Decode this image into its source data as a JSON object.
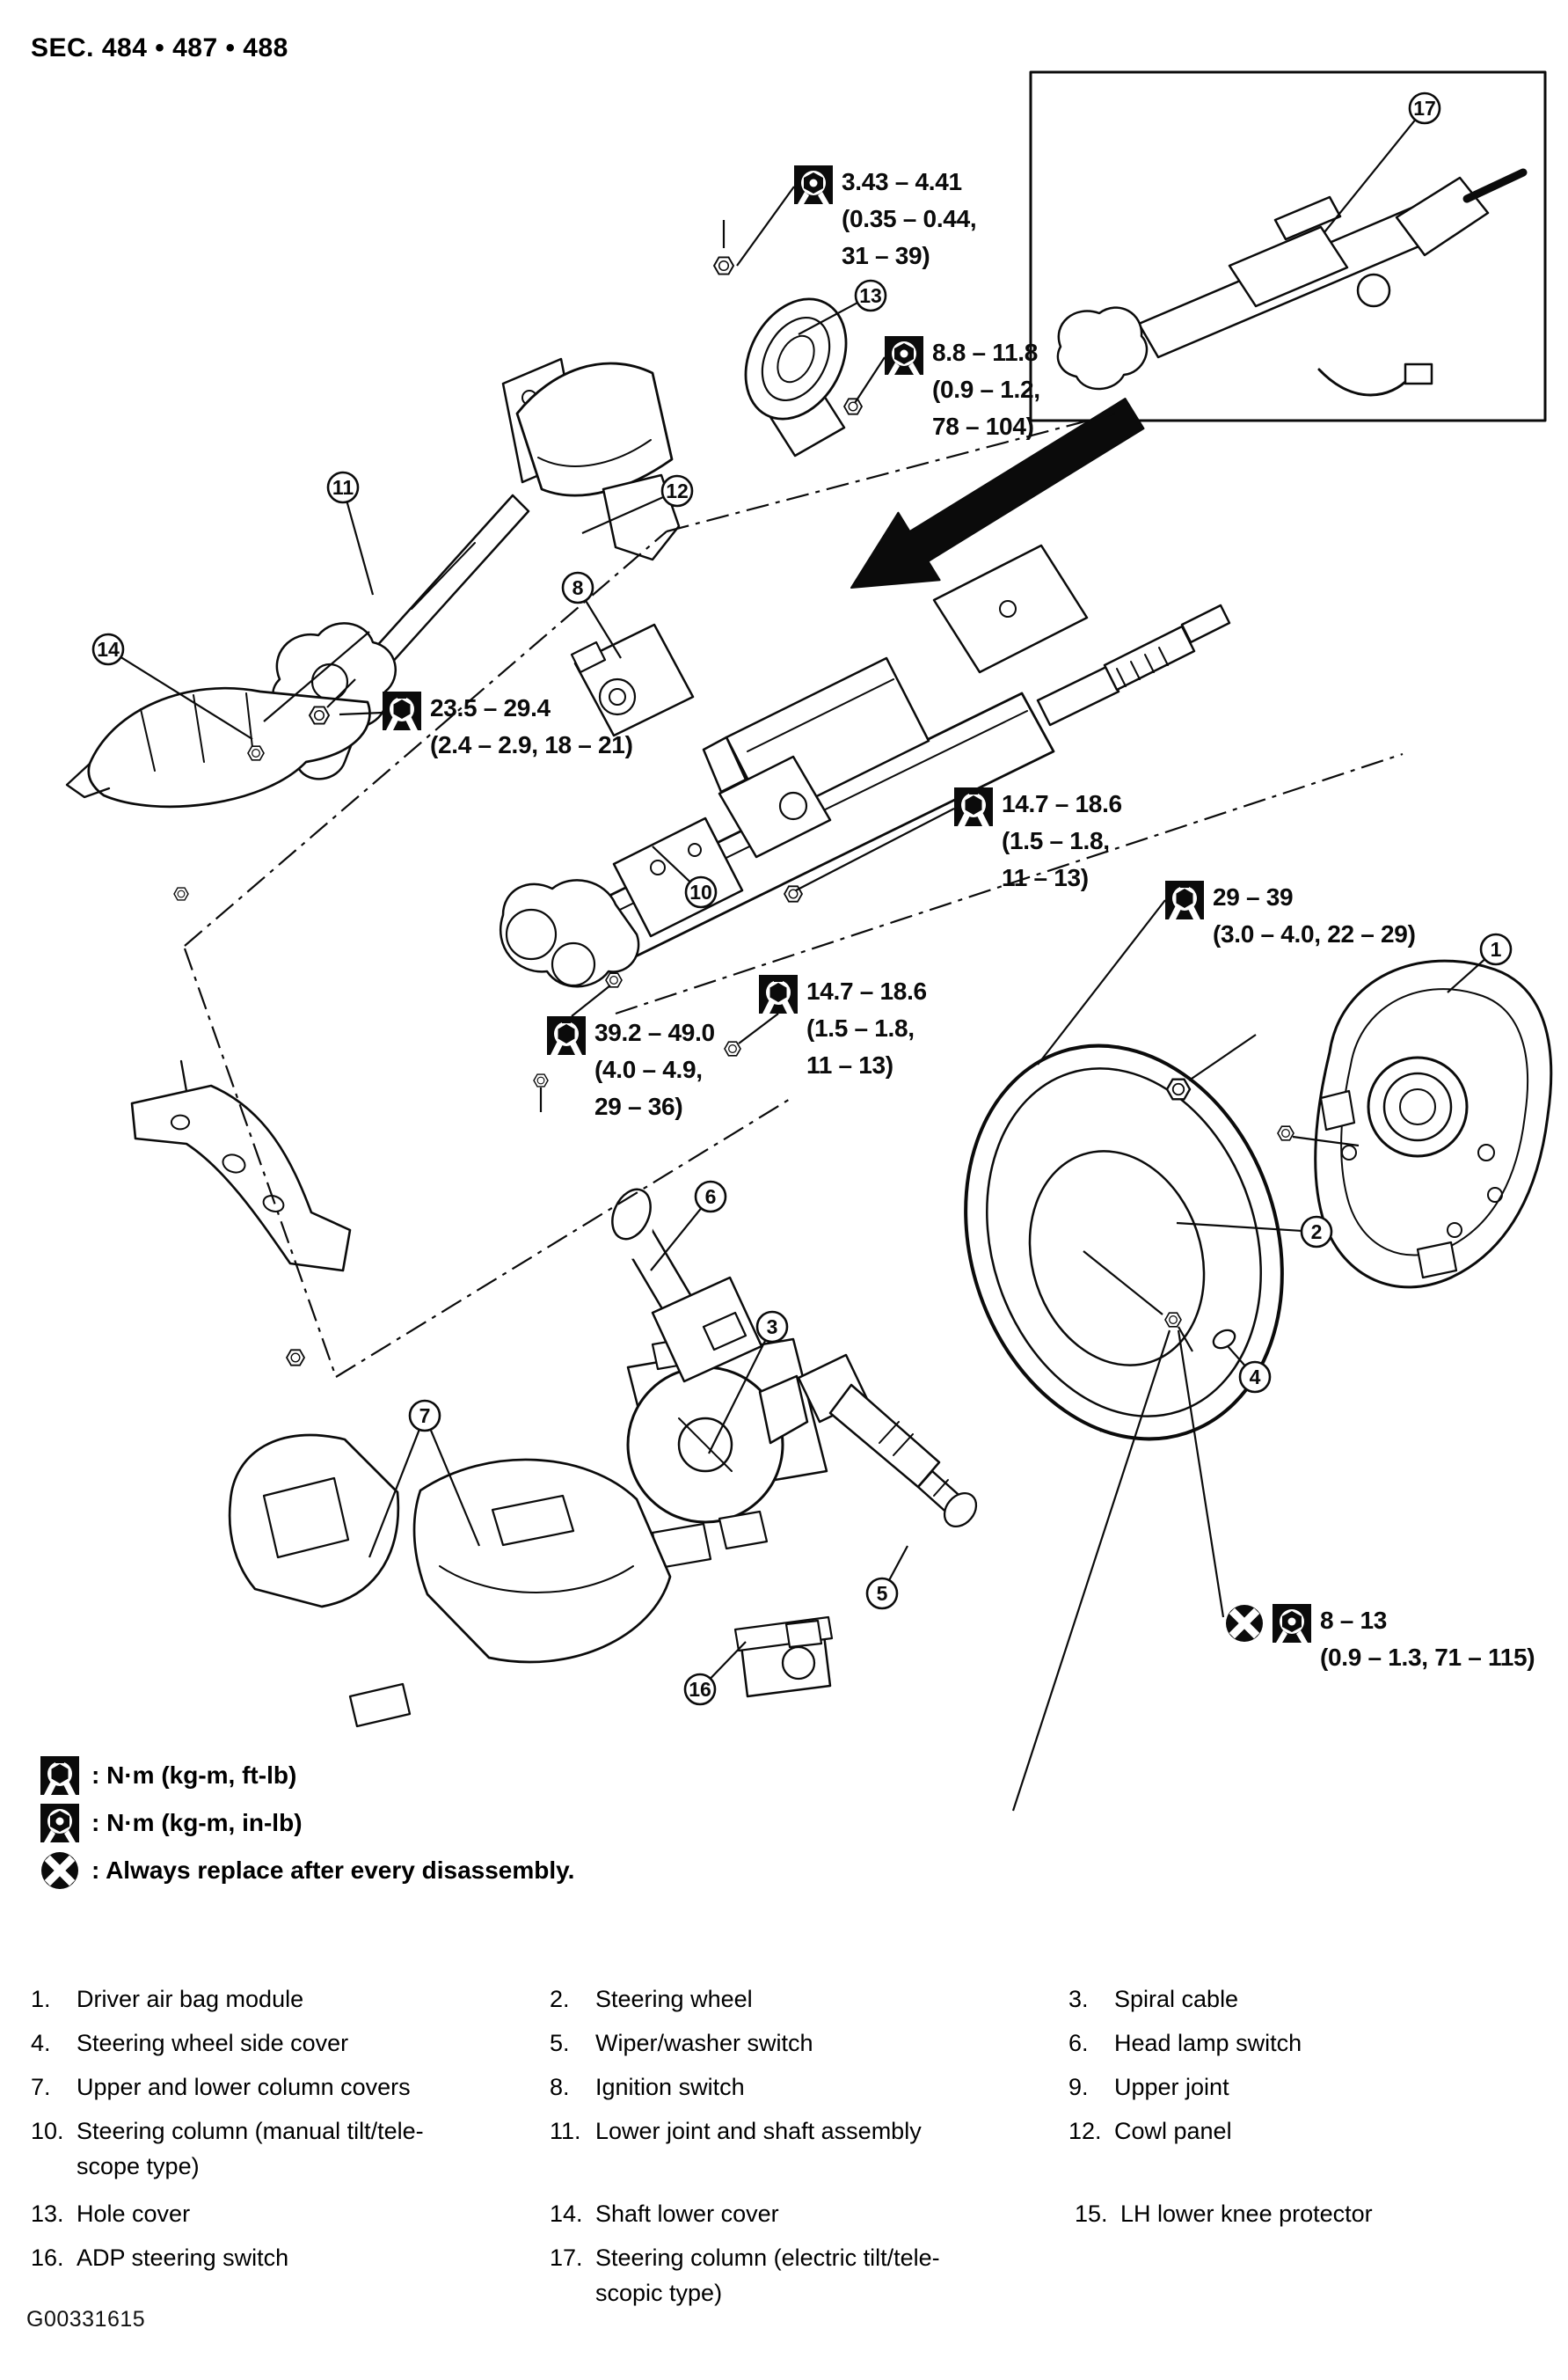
{
  "doc": {
    "section_title": "SEC. 484 • 487 • 488",
    "figure_id": "G00331615",
    "ink_color": "#0b0b0b",
    "paper_color": "#ffffff"
  },
  "legend": [
    {
      "icon": "torque-ftlb-icon",
      "label": ": N·m (kg-m, ft-lb)"
    },
    {
      "icon": "torque-inlb-icon",
      "label": ": N·m (kg-m, in-lb)"
    },
    {
      "icon": "replace-x-icon",
      "label": ": Always replace after every disassembly."
    }
  ],
  "torque_labels": [
    {
      "id": "t1",
      "unit_icon": "in-lb",
      "replace": false,
      "lines": [
        "3.43 – 4.41",
        "(0.35 – 0.44,",
        "31 – 39)"
      ]
    },
    {
      "id": "t2",
      "unit_icon": "in-lb",
      "replace": false,
      "lines": [
        "8.8 – 11.8",
        "(0.9 – 1.2,",
        "78 – 104)"
      ]
    },
    {
      "id": "t3",
      "unit_icon": "ft-lb",
      "replace": false,
      "lines": [
        "23.5 – 29.4",
        "(2.4 – 2.9, 18 – 21)"
      ]
    },
    {
      "id": "t4",
      "unit_icon": "ft-lb",
      "replace": false,
      "lines": [
        "14.7 – 18.6",
        "(1.5 – 1.8,",
        "11 – 13)"
      ]
    },
    {
      "id": "t5",
      "unit_icon": "ft-lb",
      "replace": false,
      "lines": [
        "29 – 39",
        "(3.0 – 4.0, 22 – 29)"
      ]
    },
    {
      "id": "t6",
      "unit_icon": "ft-lb",
      "replace": false,
      "lines": [
        "14.7 – 18.6",
        "(1.5 – 1.8,",
        "11 – 13)"
      ]
    },
    {
      "id": "t7",
      "unit_icon": "ft-lb",
      "replace": false,
      "lines": [
        "39.2 – 49.0",
        "(4.0 – 4.9,",
        "29 – 36)"
      ]
    },
    {
      "id": "t8",
      "unit_icon": "in-lb",
      "replace": true,
      "lines": [
        "8 – 13",
        "(0.9 – 1.3, 71 – 115)"
      ]
    }
  ],
  "callouts": [
    {
      "n": "1"
    },
    {
      "n": "2"
    },
    {
      "n": "3"
    },
    {
      "n": "4"
    },
    {
      "n": "5"
    },
    {
      "n": "6"
    },
    {
      "n": "7"
    },
    {
      "n": "8"
    },
    {
      "n": "10"
    },
    {
      "n": "11"
    },
    {
      "n": "12"
    },
    {
      "n": "13"
    },
    {
      "n": "14"
    },
    {
      "n": "16"
    },
    {
      "n": "17"
    }
  ],
  "parts_list": [
    {
      "num": "1.",
      "lines": [
        "Driver air bag module"
      ]
    },
    {
      "num": "2.",
      "lines": [
        "Steering wheel"
      ]
    },
    {
      "num": "3.",
      "lines": [
        "Spiral cable"
      ]
    },
    {
      "num": "4.",
      "lines": [
        "Steering wheel side cover"
      ]
    },
    {
      "num": "5.",
      "lines": [
        "Wiper/washer switch"
      ]
    },
    {
      "num": "6.",
      "lines": [
        "Head lamp switch"
      ]
    },
    {
      "num": "7.",
      "lines": [
        "Upper and lower column covers"
      ]
    },
    {
      "num": "8.",
      "lines": [
        "Ignition switch"
      ]
    },
    {
      "num": "9.",
      "lines": [
        "Upper joint"
      ]
    },
    {
      "num": "10.",
      "lines": [
        "Steering column (manual tilt/tele-",
        "scope type)"
      ]
    },
    {
      "num": "11.",
      "lines": [
        "Lower joint and shaft assembly"
      ]
    },
    {
      "num": "12.",
      "lines": [
        "Cowl panel"
      ]
    },
    {
      "num": "13.",
      "lines": [
        "Hole cover"
      ]
    },
    {
      "num": "14.",
      "lines": [
        "Shaft lower cover"
      ]
    },
    {
      "num": "15.",
      "lines": [
        "LH lower knee protector"
      ]
    },
    {
      "num": "16.",
      "lines": [
        "ADP steering switch"
      ]
    },
    {
      "num": "17.",
      "lines": [
        "Steering column (electric tilt/tele-",
        "scopic type)"
      ]
    }
  ]
}
